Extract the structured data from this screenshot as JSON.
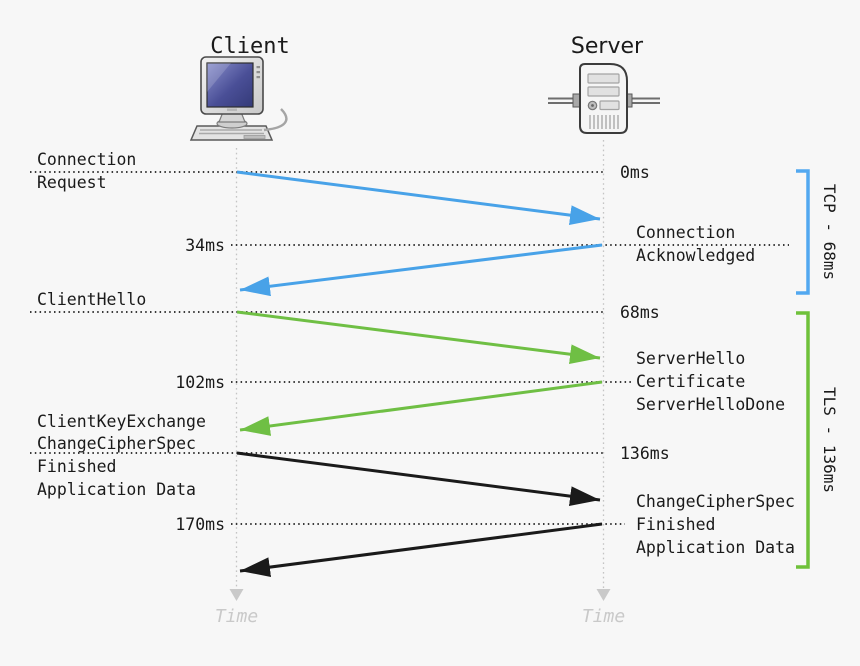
{
  "actors": {
    "client": {
      "label": "Client"
    },
    "server": {
      "label": "Server"
    }
  },
  "axis": {
    "client_time_label": "Time",
    "server_time_label": "Time"
  },
  "events": {
    "row1": {
      "client_label_line1": "Connection",
      "client_label_line2": "Request",
      "time": "0ms"
    },
    "row2": {
      "time": "34ms",
      "server_label_line1": "Connection",
      "server_label_line2": "Acknowledged"
    },
    "row3": {
      "client_label": "ClientHello",
      "time": "68ms"
    },
    "row4": {
      "time": "102ms",
      "server_label_line1": "ServerHello",
      "server_label_line2": "Certificate",
      "server_label_line3": "ServerHelloDone"
    },
    "row5": {
      "client_label_line1": "ClientKeyExchange",
      "client_label_line2": "ChangeCipherSpec",
      "client_label_line3": "Finished",
      "client_label_line4": "Application Data",
      "time": "136ms"
    },
    "row6": {
      "time": "170ms",
      "server_label_line1": "ChangeCipherSpec",
      "server_label_line2": "Finished",
      "server_label_line3": "Application Data"
    }
  },
  "phases": {
    "tcp": {
      "label": "TCP - 68ms",
      "color": "#52a8f0"
    },
    "tls": {
      "label": "TLS - 136ms",
      "color": "#6fc13a"
    }
  },
  "colors": {
    "background": "#f7f7f7",
    "tcp_arrow": "#48a2e8",
    "tls_handshake_arrow": "#6fbf44",
    "application_data_arrow": "#1a1a1a",
    "muted_gray": "#c9c9c9"
  }
}
